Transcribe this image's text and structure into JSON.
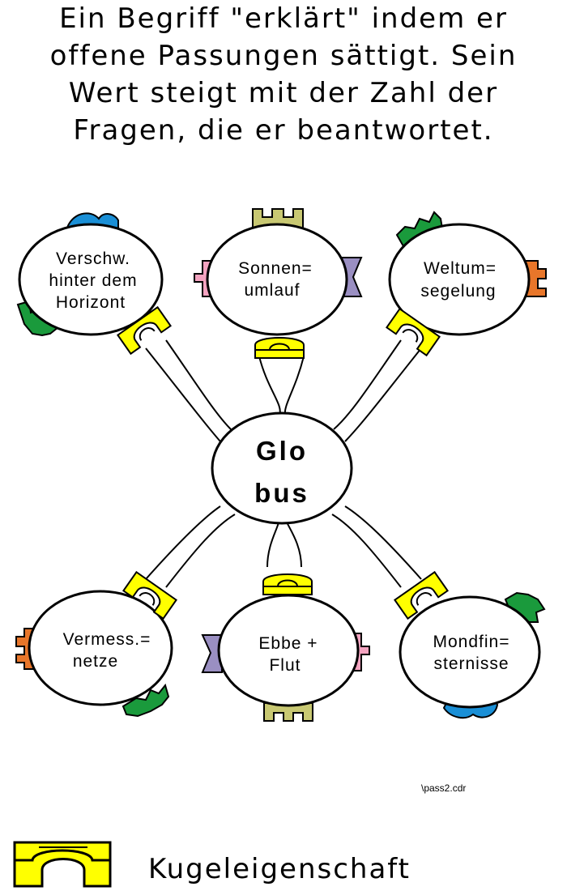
{
  "heading": {
    "line1": "Ein Begriff \"erklärt\" indem er",
    "line2": "offene Passungen sättigt. Sein",
    "line3": "Wert steigt mit der Zahl der",
    "line4": "Fragen, die er beantwortet."
  },
  "center": {
    "line1": "Glo",
    "line2": "bus"
  },
  "nodes": {
    "horizon": {
      "line1": "Verschw.",
      "line2": "hinter dem",
      "line3": "Horizont"
    },
    "sun": {
      "line1": "Sonnen=",
      "line2": "umlauf"
    },
    "world": {
      "line1": "Weltum=",
      "line2": "segelung"
    },
    "survey": {
      "line1": "Vermess.=",
      "line2": "netze"
    },
    "tide": {
      "line1": "Ebbe +",
      "line2": "Flut"
    },
    "eclipse": {
      "line1": "Mondfin=",
      "line2": "sternisse"
    }
  },
  "file_label": "\\pass2.cdr",
  "legend": {
    "label": "Kugeleigenschaft",
    "connector_icon": "yellow-connector-icon"
  },
  "colors": {
    "connector_yellow": "#ffff00",
    "blue": "#1a8fd6",
    "green": "#1a9a3c",
    "olive": "#c8c872",
    "pink": "#f4a3c0",
    "purple": "#9a8fc2",
    "orange": "#e8762a"
  }
}
